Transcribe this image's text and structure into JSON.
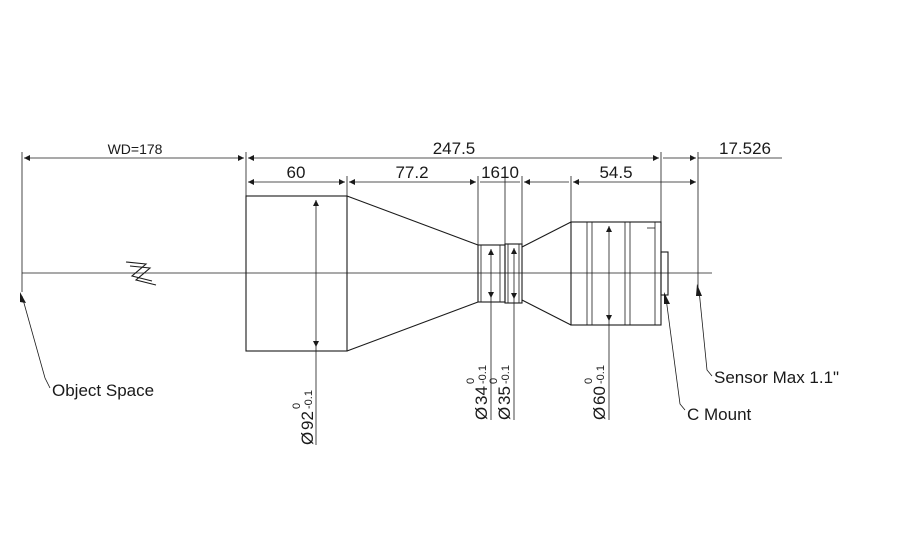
{
  "dimensions": {
    "working_distance": "WD=178",
    "total_length": "247.5",
    "back_extension": "17.526",
    "seg_front": "60",
    "seg_taper": "77.2",
    "seg_small": "1610",
    "seg_rear": "54.5"
  },
  "diameters": {
    "d92": {
      "symbol": "Ø",
      "value": "92",
      "tol_upper": "0",
      "tol_lower": "-0.1"
    },
    "d34": {
      "symbol": "Ø",
      "value": "34",
      "tol_upper": "0",
      "tol_lower": "-0.1"
    },
    "d35": {
      "symbol": "Ø",
      "value": "35",
      "tol_upper": "0",
      "tol_lower": "-0.1"
    },
    "d60": {
      "symbol": "Ø",
      "value": "60",
      "tol_upper": "0",
      "tol_lower": "-0.1"
    }
  },
  "callouts": {
    "object_space": "Object Space",
    "sensor": "Sensor Max 1.1\"",
    "c_mount": "C Mount"
  },
  "colors": {
    "line": "#1a1a1a",
    "background": "#ffffff"
  }
}
